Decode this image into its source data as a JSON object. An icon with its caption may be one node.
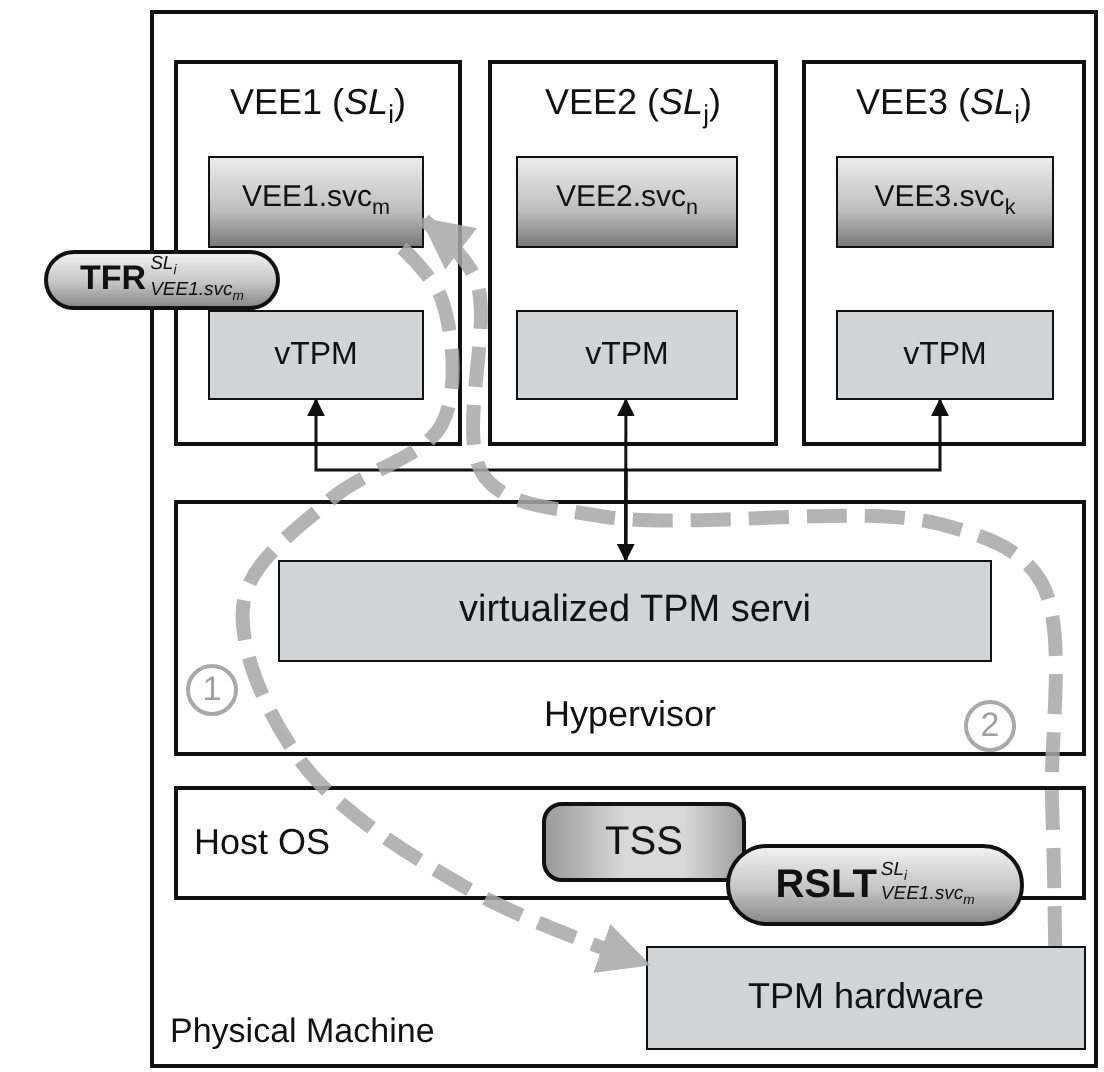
{
  "diagram": {
    "nodes": [
      {
        "text": [
          "Physical Machine"
        ]
      },
      {
        "text": [
          "VEE1 (*SL*$_{i}$)"
        ],
        "in": 0
      },
      {
        "text": [
          "VEE1.svc$_{m}$"
        ],
        "in": 1
      },
      {
        "text": [
          "vTPM"
        ],
        "in": 1
      },
      {
        "text": [
          "TFR",
          "SL$_{i}$",
          "VEE1.svc$_{m}$"
        ]
      },
      {
        "text": [
          "VEE2 (*SL*$_{j}$)"
        ],
        "in": 0
      },
      {
        "text": [
          "VEE2.svc$_{n}$"
        ],
        "in": 5
      },
      {
        "text": [
          "vTPM"
        ],
        "in": 5
      },
      {
        "text": [
          "VEE3 (*SL*$_{i}$)"
        ],
        "in": 0
      },
      {
        "text": [
          "VEE3.svc$_{k}$"
        ],
        "in": 8
      },
      {
        "text": [
          "vTPM"
        ],
        "in": 8
      },
      {
        "text": [
          "Hypervisor"
        ],
        "in": 0
      },
      {
        "text": [
          "virtualized TPM servi"
        ],
        "in": 11
      },
      {
        "text": [
          "Host OS"
        ],
        "in": 0
      },
      {
        "text": [
          "TSS"
        ],
        "in": 13
      },
      {
        "text": [
          "RSLT",
          "SL$_{i}$",
          "VEE1.svc$_{m}$"
        ],
        "in": 0
      },
      {
        "text": [
          "TPM hardware"
        ],
        "in": 0
      }
    ],
    "edges": [
      {
        "from": 12,
        "to": 7,
        "arrow": "both"
      },
      {
        "from": 12,
        "to": 3,
        "arrow": "to"
      },
      {
        "from": 12,
        "to": 10,
        "arrow": "to"
      },
      {
        "from": 2,
        "to": 16,
        "arrow": "to",
        "label": "1",
        "style": "dashed",
        "color": "#a8a8a8"
      },
      {
        "from": 16,
        "to": 2,
        "arrow": "to",
        "label": "2",
        "style": "dashed",
        "color": "#a8a8a8"
      }
    ]
  }
}
